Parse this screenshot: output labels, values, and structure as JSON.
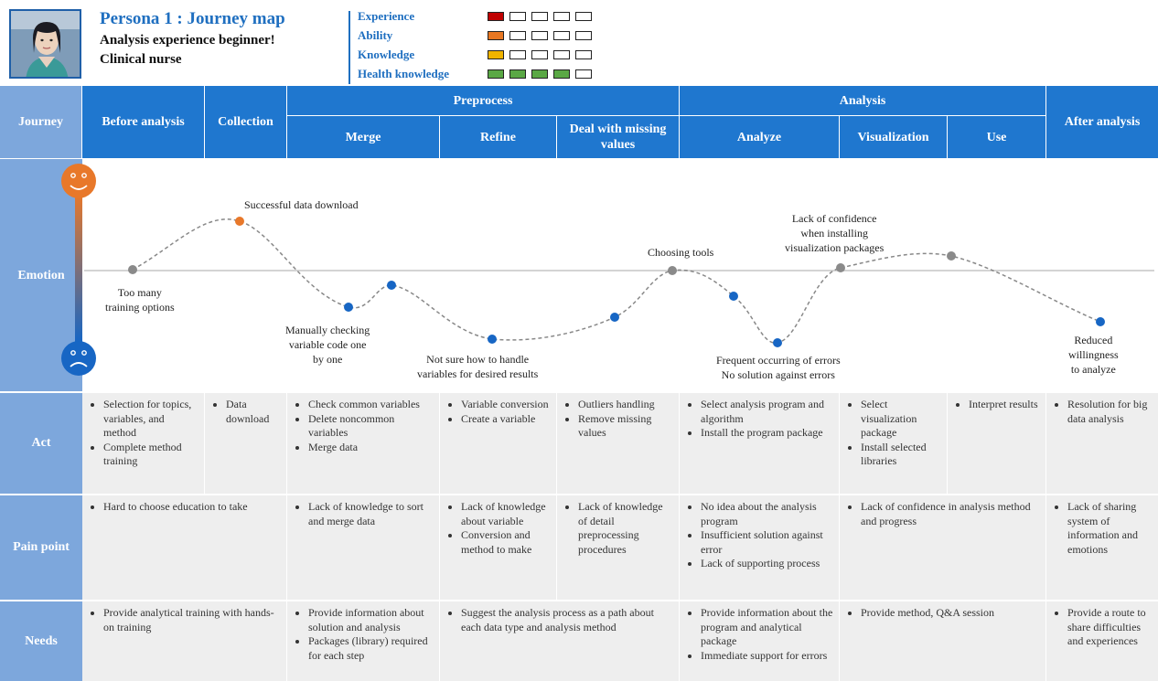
{
  "header": {
    "title": "Persona 1 : Journey map",
    "subtitle": "Analysis experience beginner!",
    "role": "Clinical nurse",
    "skills": [
      {
        "label": "Experience",
        "level": 1,
        "color": "#c00000"
      },
      {
        "label": "Ability",
        "level": 1,
        "color": "#e87722"
      },
      {
        "label": "Knowledge",
        "level": 1,
        "color": "#f0b400"
      },
      {
        "label": "Health knowledge",
        "level": 4,
        "color": "#5aa845"
      }
    ],
    "max_level": 5
  },
  "colors": {
    "header_blue": "#1f77cf",
    "row_label": "#7da7dc",
    "cell_bg": "#eeeeee",
    "point_grey": "#8a8a8a",
    "point_blue": "#1766c4",
    "point_orange": "#e8782a"
  },
  "columns": {
    "journey": "Journey",
    "before": "Before analysis",
    "collection": "Collection",
    "preprocess": "Preprocess",
    "merge": "Merge",
    "refine": "Refine",
    "missing": "Deal with missing values",
    "analysis": "Analysis",
    "analyze": "Analyze",
    "visualization": "Visualization",
    "use": "Use",
    "after": "After analysis"
  },
  "rows": {
    "emotion": "Emotion",
    "act": "Act",
    "pain": "Pain point",
    "needs": "Needs"
  },
  "emotion_labels": {
    "l1": "Successful data download",
    "l2": "Too many\ntraining options",
    "l3": "Manually checking\nvariable code one\nby one",
    "l4": "Not sure how to handle\nvariables for desired results",
    "l5": "Choosing tools",
    "l6": "Lack of confidence\nwhen installing\nvisualization packages",
    "l7": "Frequent occurring of errors\nNo solution against errors",
    "l8": "Reduced\nwillingness\nto analyze"
  },
  "act": {
    "before": [
      "Selection for topics, variables, and method",
      "Complete method training"
    ],
    "collection": [
      "Data download"
    ],
    "merge": [
      "Check common variables",
      "Delete noncommon variables",
      "Merge data"
    ],
    "refine": [
      "Variable conversion",
      "Create a variable"
    ],
    "missing": [
      "Outliers handling",
      "Remove missing values"
    ],
    "analyze": [
      "Select analysis program and algorithm",
      "Install the program package"
    ],
    "visualization": [
      "Select visualization package",
      "Install selected libraries"
    ],
    "use": [
      "Interpret results"
    ],
    "after": [
      "Resolution for big data analysis"
    ]
  },
  "pain": {
    "before": [
      "Hard to choose education to take"
    ],
    "merge": [
      "Lack of knowledge to sort and merge data"
    ],
    "refine": [
      "Lack of knowledge about variable",
      "Conversion and method to make"
    ],
    "missing": [
      "Lack of knowledge of detail preprocessing procedures"
    ],
    "analyze": [
      "No idea about the analysis program",
      "Insufficient solution against error",
      "Lack of supporting process"
    ],
    "vis": [
      "Lack of confidence in analysis method and progress"
    ],
    "after": [
      "Lack of sharing system of information and emotions"
    ]
  },
  "needs": {
    "before": [
      "Provide analytical training with hands-on training"
    ],
    "merge": [
      "Provide information about solution and analysis",
      "Packages (library) required for each step"
    ],
    "refine": [
      "Suggest the analysis process as a path about each data type and analysis method"
    ],
    "analyze": [
      "Provide information about the program and analytical package",
      "Immediate support for errors"
    ],
    "vis": [
      "Provide method, Q&A session"
    ],
    "after": [
      "Provide a route to share difficulties and experiences"
    ]
  }
}
